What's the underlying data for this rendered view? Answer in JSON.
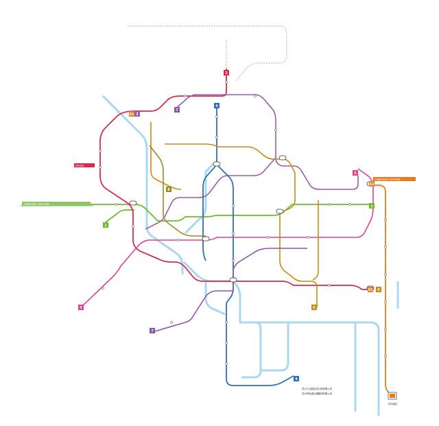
{
  "map": {
    "lines": [
      {
        "id": "1",
        "label": "1",
        "color": "#6fb92c"
      },
      {
        "id": "2",
        "label": "2",
        "color": "#d22d4e"
      },
      {
        "id": "3",
        "label": "3",
        "color": "#9b5ba8"
      },
      {
        "id": "4",
        "label": "4",
        "color": "#2f6fb4"
      },
      {
        "id": "5",
        "label": "5",
        "color": "#e0418f"
      },
      {
        "id": "6",
        "label": "6",
        "color": "#c98b14"
      },
      {
        "id": "7",
        "label": "7",
        "color": "#8c57a8"
      },
      {
        "id": "8",
        "label": "8",
        "color": "#9a8a2a"
      },
      {
        "id": "S",
        "label": "S1",
        "color": "#e87b1e"
      },
      {
        "id": "W",
        "label": "",
        "color": "#8ccbe9"
      }
    ],
    "badges": [
      {
        "line": "2",
        "text": "2"
      },
      {
        "line": "4",
        "text": "4"
      },
      {
        "line": "7",
        "text": "7"
      },
      {
        "line": "3",
        "text": "3"
      },
      {
        "line": "S",
        "text": "S1"
      },
      {
        "line": "8",
        "text": "8"
      },
      {
        "line": "5",
        "text": "5"
      },
      {
        "line": "S",
        "text": "S1"
      },
      {
        "line": "1",
        "text": "1"
      },
      {
        "line": "1",
        "text": "1"
      },
      {
        "line": "5",
        "text": "5"
      },
      {
        "line": "6",
        "text": "6"
      },
      {
        "line": "7",
        "text": "7"
      },
      {
        "line": "4",
        "text": "4"
      },
      {
        "line": "S",
        "text": "S1"
      },
      {
        "line": "6",
        "text": "6"
      }
    ],
    "callouts": [
      {
        "text": "苏州北站",
        "color": "#d22d4e"
      },
      {
        "text": "上海轨道交通11号线 花桥站",
        "color": "#e87b1e"
      },
      {
        "text": "上海轨道交通11号线 花桥站",
        "color": "#8fc46a"
      }
    ],
    "notes": [
      "苏州工业园区设计院有限公司",
      "苏州市轨道交通集团有限公司"
    ],
    "footer_station": "苏州南站"
  }
}
